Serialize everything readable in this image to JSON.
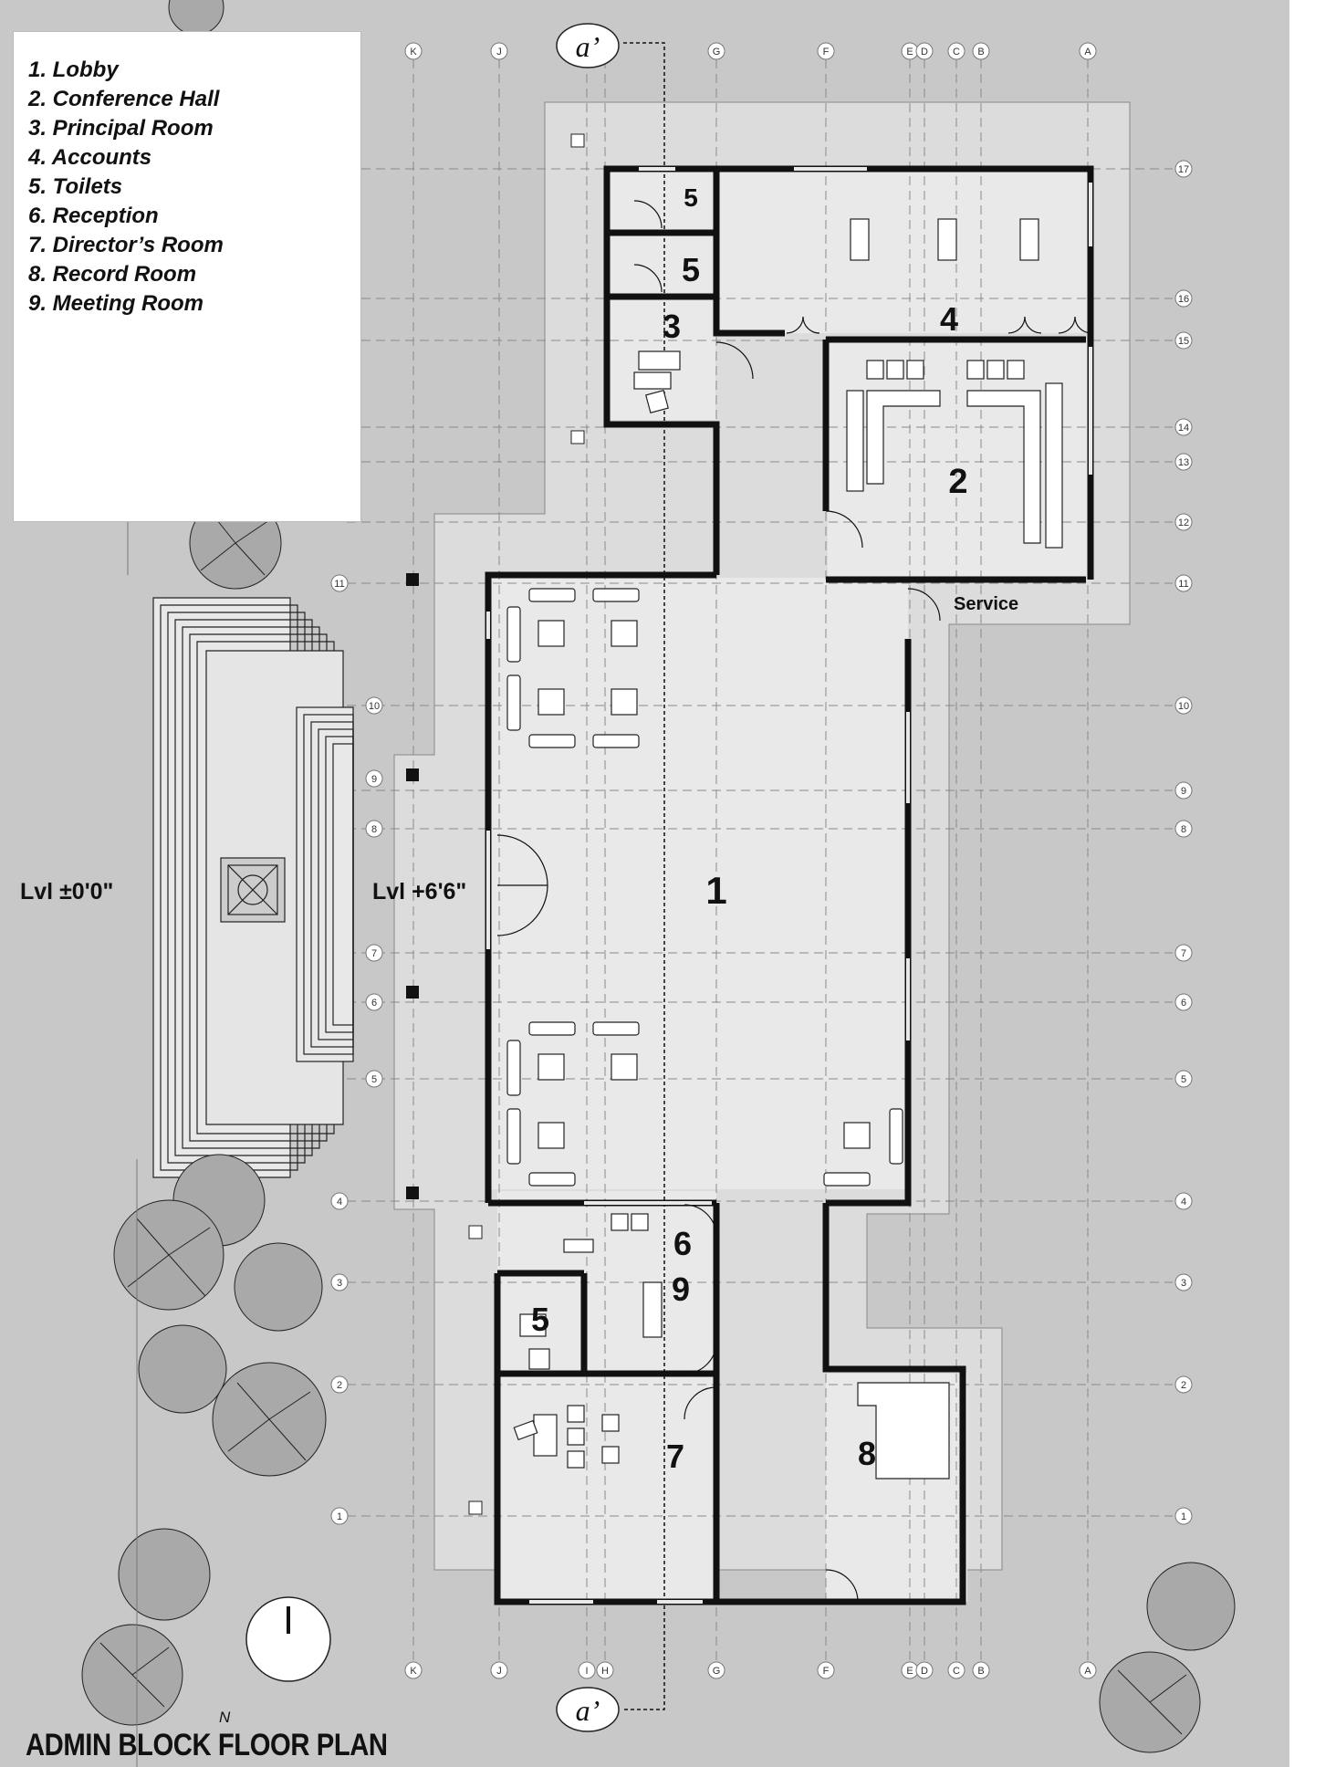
{
  "legend": {
    "items": [
      "1. Lobby",
      "2. Conference Hall",
      "3. Principal Room",
      "4. Accounts",
      "5. Toilets",
      "6. Reception",
      "7. Director’s Room",
      "8. Record Room",
      "9. Meeting Room"
    ]
  },
  "title": "ADMIN BLOCK FLOOR PLAN",
  "north_label": "N",
  "section_marker": "a’",
  "level_ground": "Lvl ±0'0\"",
  "level_floor": "Lvl +6'6\"",
  "service_label": "Service",
  "room_numbers": {
    "lobby": "1",
    "conference": "2",
    "principal": "3",
    "accounts": "4",
    "toilet_a": "5",
    "toilet_b": "5",
    "toilet_c": "5",
    "reception": "6",
    "director": "7",
    "record": "8",
    "meeting": "9"
  },
  "grid_columns": [
    "K",
    "J",
    "I",
    "H",
    "G",
    "F",
    "E",
    "D",
    "C",
    "B",
    "A"
  ],
  "grid_rows": [
    "17",
    "16",
    "15",
    "14",
    "13",
    "12",
    "11",
    "10",
    "9",
    "8",
    "7",
    "6",
    "5",
    "4",
    "3",
    "2",
    "1"
  ],
  "colors": {
    "background": "#c8c8c8",
    "slab": "#dcdcdc",
    "floor": "#e8e8e8",
    "wall": "#111111",
    "legend_bg": "#ffffff"
  }
}
